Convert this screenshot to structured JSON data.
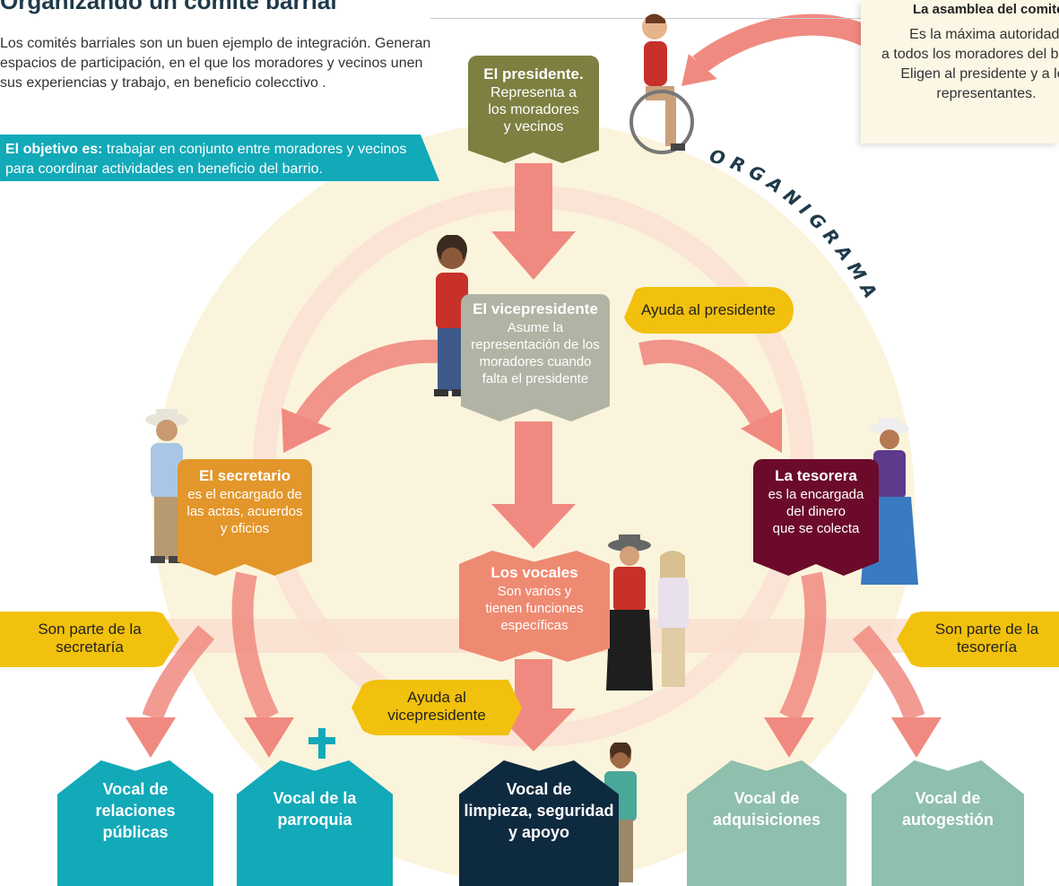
{
  "title": "Organizando un comité barrial",
  "intro": "Los comités barriales son un buen ejemplo de integración. Generan espacios de participación, en el que los moradores y vecinos unen sus experiencias y trabajo, en beneficio colecctivo .",
  "goal": {
    "label": "El objetivo es:",
    "text": " trabajar en conjunto entre moradores y vecinos para coordinar actividades en beneficio del barrio."
  },
  "assembly": {
    "title": "La asamblea del comité",
    "text": "Es la máxima autoridad.\na todos los moradores del barrio.\nEligen al presidente y a los\nrepresentantes."
  },
  "organigram_label": "ORGANIGRAMA",
  "roles": {
    "president": {
      "title": "El presidente.",
      "desc": "Representa a\nlos moradores\ny vecinos"
    },
    "vicepresident": {
      "title": "El vicepresidente",
      "desc": "Asume la\nrepresentación de los\nmoradores cuando\nfalta el presidente"
    },
    "secretary": {
      "title": "El secretario",
      "desc": "es el encargado de\nlas actas, acuerdos\ny oficios"
    },
    "treasurer": {
      "title": "La tesorera",
      "desc": "es la encargada\ndel dinero\nque se colecta"
    },
    "vocals": {
      "title": "Los vocales",
      "desc": "Son varios y\ntienen funciones\nespecíficas"
    }
  },
  "bubbles": {
    "help_president": "Ayuda al presidente",
    "secretariat": "Son parte de la\nsecretaría",
    "treasury": "Son parte de la\ntesorería",
    "help_vicepresident": "Ayuda al\nvicepresidente"
  },
  "vocals": [
    {
      "label": "Vocal de\nrelaciones\npúblicas",
      "color": "#12a9b8"
    },
    {
      "label": "Vocal de la\nparroquia",
      "color": "#12a9b8"
    },
    {
      "label": "Vocal de\nlimpieza, seguridad\ny apoyo",
      "color": "#0e2a3f"
    },
    {
      "label": "Vocal de\nadquisiciones",
      "color": "#8fbfad"
    },
    {
      "label": "Vocal de\nautogestión",
      "color": "#8fbfad"
    }
  ],
  "colors": {
    "president": "#7d8040",
    "vicepresident": "#b1b4a4",
    "secretary": "#e3962a",
    "treasurer": "#6b0a2a",
    "vocals_box": "#ee8a72",
    "circle": "#fbf4dc",
    "arrow": "#f08a80",
    "bubble": "#f2c10d"
  },
  "icons": [
    "wheelchair-person-icon",
    "person-icon",
    "cross-icon"
  ]
}
